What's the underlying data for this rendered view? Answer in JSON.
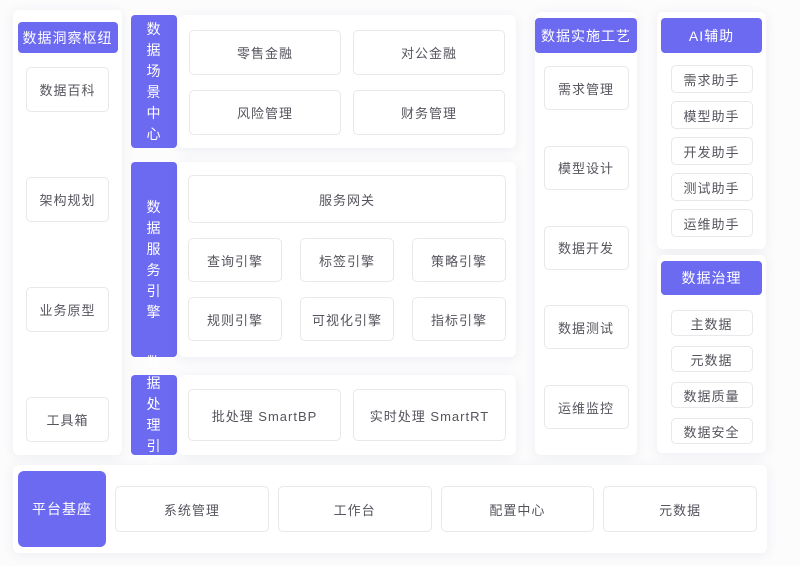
{
  "colors": {
    "accent": "#6c6af0",
    "page_bg": "#fcfcfd",
    "card_bg": "#ffffff",
    "box_border": "#e8e8ea",
    "text": "#54555d"
  },
  "insight_hub": {
    "title": "数据洞察枢纽",
    "items": [
      "数据百科",
      "架构规划",
      "业务原型",
      "工具箱"
    ]
  },
  "scene_center": {
    "title": "数据场景中心",
    "items": [
      "零售金融",
      "对公金融",
      "风险管理",
      "财务管理"
    ]
  },
  "service_engine": {
    "title": "数据服务引擎",
    "gateway": "服务网关",
    "items": [
      "查询引擎",
      "标签引擎",
      "策略引擎",
      "规则引擎",
      "可视化引擎",
      "指标引擎"
    ]
  },
  "processing_engine": {
    "title": "数据处理引擎",
    "items": [
      "批处理 SmartBP",
      "实时处理 SmartRT"
    ]
  },
  "implementation": {
    "title": "数据实施工艺",
    "items": [
      "需求管理",
      "模型设计",
      "数据开发",
      "数据测试",
      "运维监控"
    ]
  },
  "ai_assist": {
    "title": "AI辅助",
    "items": [
      "需求助手",
      "模型助手",
      "开发助手",
      "测试助手",
      "运维助手"
    ]
  },
  "governance": {
    "title": "数据治理",
    "items": [
      "主数据",
      "元数据",
      "数据质量",
      "数据安全"
    ]
  },
  "platform_base": {
    "title": "平台基座",
    "items": [
      "系统管理",
      "工作台",
      "配置中心",
      "元数据"
    ]
  }
}
